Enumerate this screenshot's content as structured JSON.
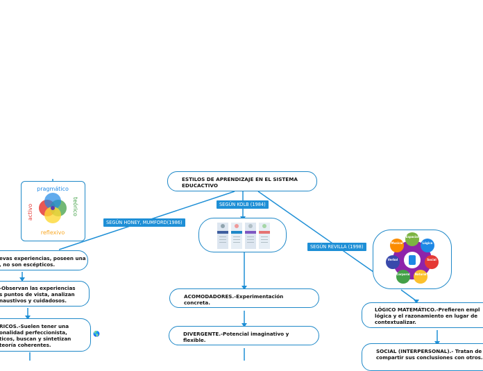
{
  "root": {
    "title": "ESTILOS DE APRENDIZAJE EN EL SISTEMA EDUCACTIVO"
  },
  "branches": {
    "honey": "SEGÚN HONEY, MUMFORD(1986)",
    "kolb": "SEGÚN KOLB (1984)",
    "revilla": "SEGÚN REVILLA (1998)"
  },
  "honey_nodes": [
    "evas experiencias, poseen una , no son escépticos.",
    "-Observan las experiencias s puntos de vista, analizan naustivos y cuidadosos.",
    "RICOS.-Suelen tener una onalidad perfeccionista, ticos, buscan y sintetizan teoría coherentes."
  ],
  "kolb_nodes": [
    "ACOMODADORES.-Experimentación concreta.",
    "DIVERGENTE.-Potencial imaginativo y flexible."
  ],
  "revilla_nodes": [
    "LÓGICO MATEMÁTICO.-Prefieren empl lógica y el razonamiento en lugar de contextualizar.",
    "SOCIAL (INTERPERSONAL).- Tratan de compartir sus conclusiones con otros."
  ],
  "honey_image": {
    "labels": {
      "top": "pragmático",
      "left": "activo",
      "right": "teórico",
      "bottom": "reflexivo"
    },
    "colors": {
      "red": "#e53935",
      "blue": "#1e88e5",
      "green": "#43a047",
      "yellow": "#fdd835"
    }
  },
  "revilla_image": {
    "labels": [
      "Musical",
      "Espacial",
      "Lógica",
      "Social",
      "Natural",
      "Corporal",
      "Verbal"
    ]
  },
  "icons": {
    "globe": "🌎"
  }
}
